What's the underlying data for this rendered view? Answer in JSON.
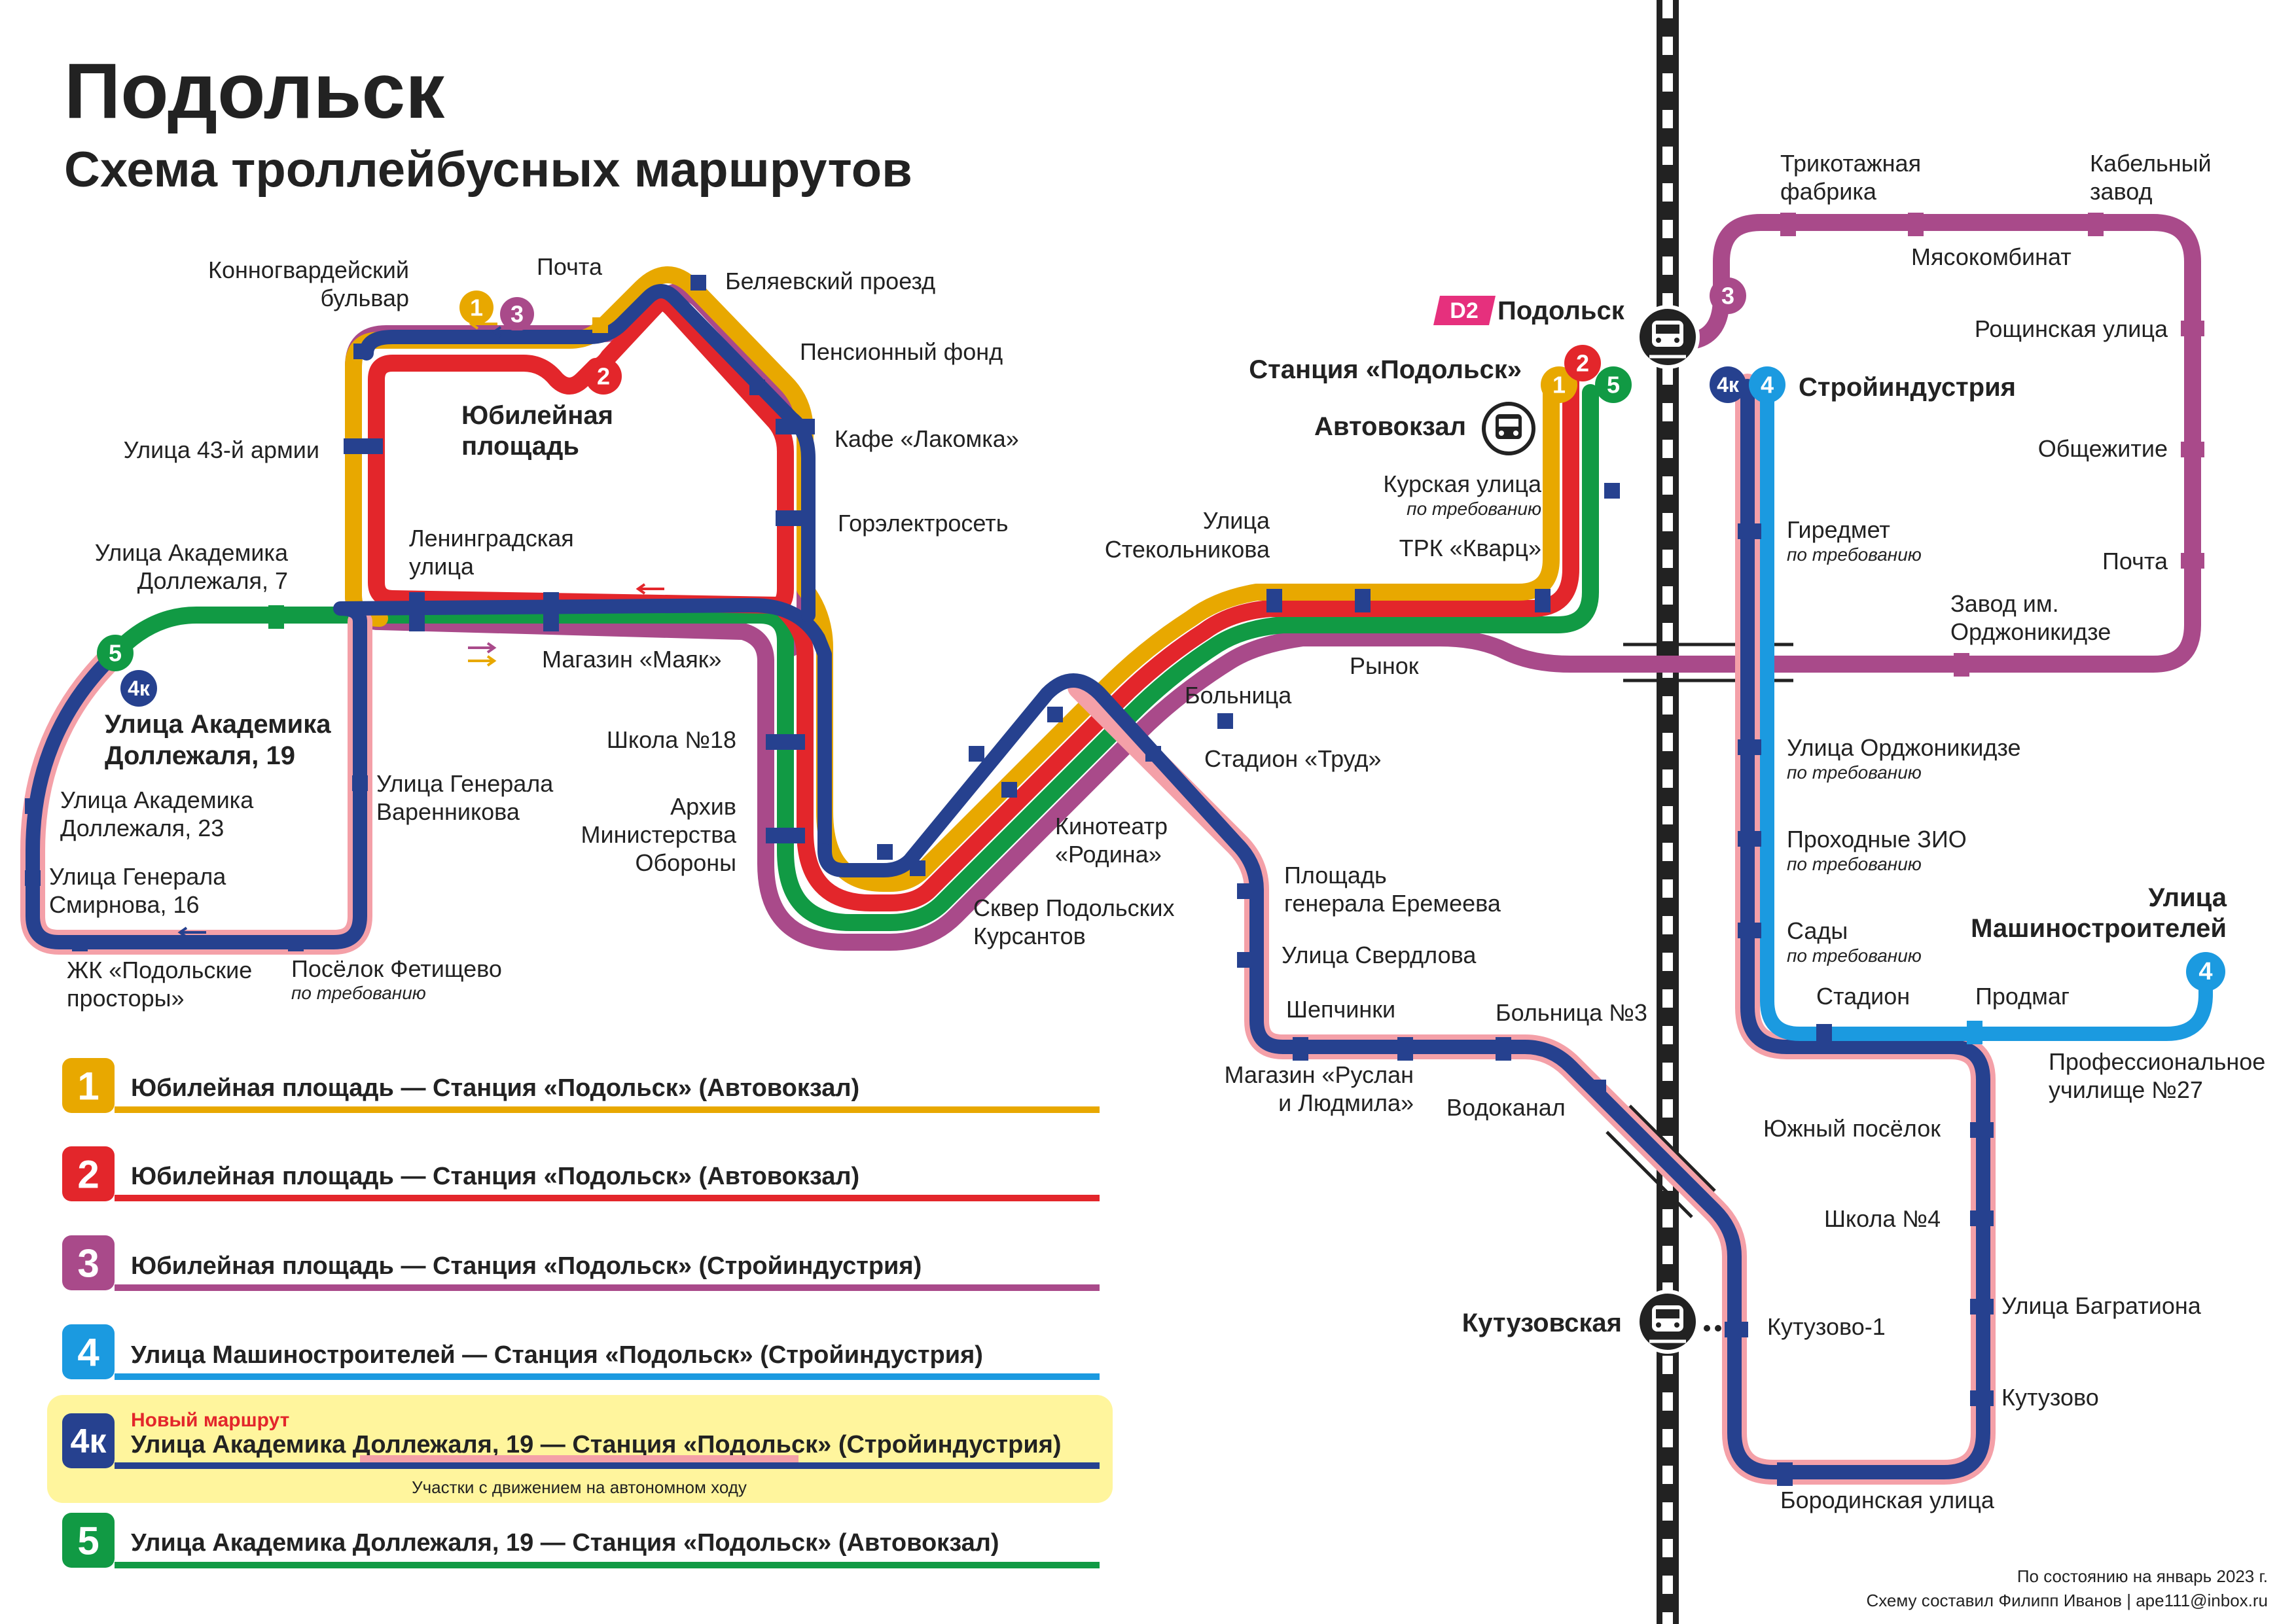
{
  "title": "Подольск",
  "subtitle": "Схема троллейбусных маршрутов",
  "colors": {
    "r1": "#e8a800",
    "r2": "#e3262b",
    "r3": "#a94a8a",
    "r4": "#1b9ae0",
    "r4k": "#26418f",
    "r5": "#119a44",
    "autonomous": "#f4a0a8",
    "rail": "#222222",
    "d2": "#e6307d",
    "highlight": "#fff59d"
  },
  "stations": {
    "konnogvardeysky_1": "Конногвардейский",
    "konnogvardeysky_2": "бульвар",
    "pochta_w": "Почта",
    "belyaevsky": "Беляевский проезд",
    "pensionny": "Пенсионный фонд",
    "lakomka": "Кафе «Лакомка»",
    "gorelektroset": "Горэлектросеть",
    "yubileynaya_1": "Юбилейная",
    "yubileynaya_2": "площадь",
    "ul43": "Улица 43-й армии",
    "leningradskaya_1": "Ленинградская",
    "leningradskaya_2": "улица",
    "dollezhalya7_1": "Улица Академика",
    "dollezhalya7_2": "Доллежаля, 7",
    "mayak": "Магазин «Маяк»",
    "dollezhalya19_1": "Улица Академика",
    "dollezhalya19_2": "Доллежаля, 19",
    "varennikova_1": "Улица Генерала",
    "varennikova_2": "Варенникова",
    "dollezhalya23_1": "Улица Академика",
    "dollezhalya23_2": "Доллежаля, 23",
    "smirnova_1": "Улица Генерала",
    "smirnova_2": "Смирнова, 16",
    "prostory_1": "ЖК «Подольские",
    "prostory_2": "просторы»",
    "fetischevo": "Посёлок Фетищево",
    "on_request": "по требованию",
    "shkola18": "Школа №18",
    "arhiv_1": "Архив",
    "arhiv_2": "Министерства",
    "arhiv_3": "Обороны",
    "skver_1": "Сквер Подольских",
    "skver_2": "Курсантов",
    "rodina_1": "Кинотеатр",
    "rodina_2": "«Родина»",
    "bolnitsa": "Больница",
    "steklnikova_1": "Улица",
    "steklnikova_2": "Стекольникова",
    "rynok": "Рынок",
    "kvarts": "ТРК «Кварц»",
    "kurskaya": "Курская улица",
    "stantsiya": "Станция «Подольск»",
    "avtovokzal": "Автовокзал",
    "d2": "D2",
    "podolsk_rail": "Подольск",
    "stadion_trud": "Стадион «Труд»",
    "eremeeva_1": "Площадь",
    "eremeeva_2": "генерала Еремеева",
    "sverdlova": "Улица Свердлова",
    "shepchinki": "Шепчинки",
    "bolnitsa3": "Больница №3",
    "ruslan_1": "Магазин «Руслан",
    "ruslan_2": "и Людмила»",
    "vodokanal": "Водоканал",
    "kutuzovskaya": "Кутузовская",
    "kutuzovo1": "Кутузово-1",
    "borodinskaya": "Бородинская улица",
    "kutuzovo": "Кутузово",
    "bagrationa": "Улица Багратиона",
    "shkola4": "Школа №4",
    "yuzhny": "Южный посёлок",
    "stadion": "Стадион",
    "prodmag": "Продмаг",
    "pu27_1": "Профессиональное",
    "pu27_2": "училище №27",
    "mashinostr_1": "Улица",
    "mashinostr_2": "Машиностроителей",
    "sady": "Сады",
    "zio": "Проходные ЗИО",
    "ordzhonikidze_ul": "Улица Орджоникидзе",
    "giredmet": "Гиредмет",
    "stroyindustriya": "Стройиндустрия",
    "trikotazh_1": "Трикотажная",
    "trikotazh_2": "фабрика",
    "kabelny_1": "Кабельный",
    "kabelny_2": "завод",
    "myasokombinat": "Мясокомбинат",
    "roschinskaya": "Рощинская улица",
    "obschezhitie": "Общежитие",
    "pochta_e": "Почта",
    "zavod_ordzh_1": "Завод им.",
    "zavod_ordzh_2": "Орджоникидзе"
  },
  "legend": [
    {
      "badge": "1",
      "text": "Юбилейная площадь — Станция «Подольск» (Автовокзал)"
    },
    {
      "badge": "2",
      "text": "Юбилейная площадь — Станция «Подольск» (Автовокзал)"
    },
    {
      "badge": "3",
      "text": "Юбилейная площадь — Станция «Подольск» (Стройиндустрия)"
    },
    {
      "badge": "4",
      "text": "Улица Машиностроителей — Станция «Подольск» (Стройиндустрия)"
    },
    {
      "badge": "4к",
      "new": "Новый маршрут",
      "text": "Улица Академика Доллежаля, 19 — Станция «Подольск» (Стройиндустрия)",
      "note": "Участки с движением на автономном ходу"
    },
    {
      "badge": "5",
      "text": "Улица Академика Доллежаля, 19 — Станция «Подольск» (Автовокзал)"
    }
  ],
  "footer": {
    "line1": "По состоянию на январь 2023 г.",
    "line2": "Схему составил Филипп Иванов | ape111@inbox.ru"
  }
}
